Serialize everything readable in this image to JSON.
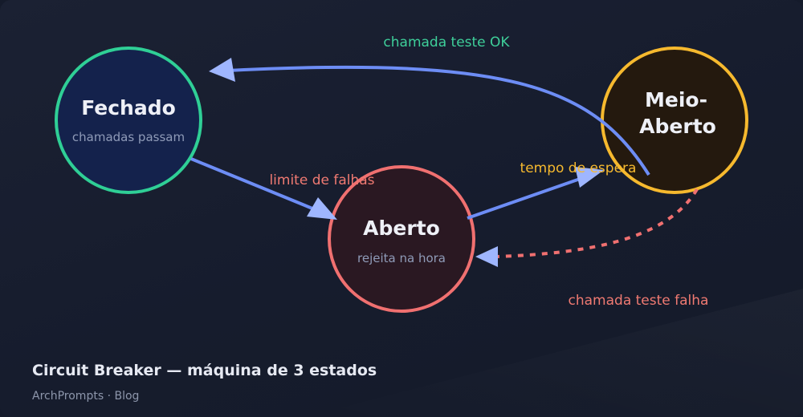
{
  "diagram": {
    "states": {
      "closed": {
        "name": "Fechado",
        "subtitle": "chamadas passam"
      },
      "open": {
        "name": "Aberto",
        "subtitle": "rejeita na hora"
      },
      "half_open": {
        "name_line1": "Meio-",
        "name_line2": "Aberto"
      }
    },
    "transitions": {
      "closed_to_open": "limite de falhas",
      "open_to_half_open": "tempo de espera",
      "half_open_to_closed": "chamada teste OK",
      "half_open_to_open": "chamada teste falha"
    },
    "colors": {
      "closed_border": "#2fcf96",
      "open_border": "#f07070",
      "half_open_border": "#f6b92e",
      "arrow": "#6d8df5",
      "label_ok": "#3ecf9a",
      "label_fail": "#f07a72",
      "label_wait": "#f6b92e"
    }
  },
  "footer": {
    "title": "Circuit Breaker — máquina de 3 estados",
    "subtitle": "ArchPrompts · Blog"
  }
}
